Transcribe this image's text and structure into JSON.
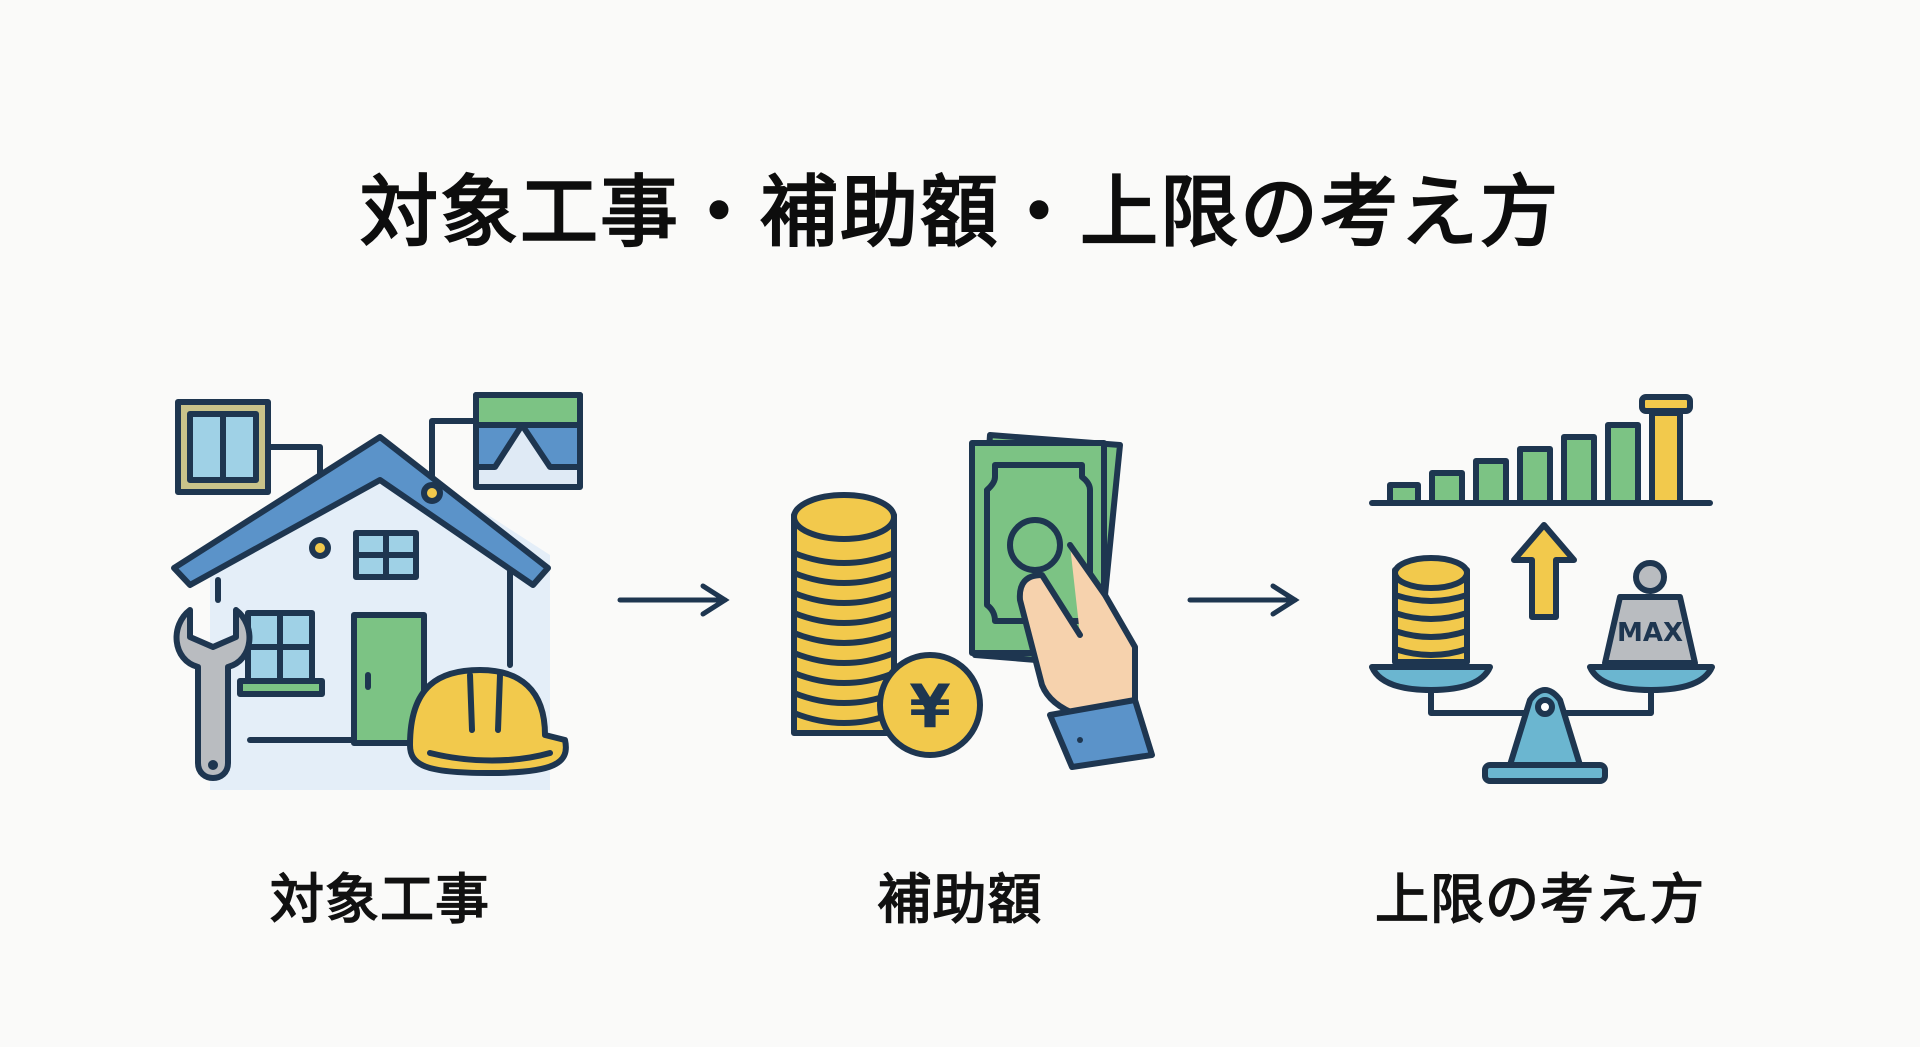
{
  "title": "対象工事・補助額・上限の考え方",
  "steps": [
    {
      "label": "対象工事",
      "icon": "house-renovation-icon"
    },
    {
      "label": "補助額",
      "icon": "money-subsidy-icon"
    },
    {
      "label": "上限の考え方",
      "icon": "balance-max-limit-icon"
    }
  ],
  "max_weight_text": "MAX",
  "yen_symbol": "¥",
  "colors": {
    "outline": "#1e3650",
    "blue": "#5b93c9",
    "light_blue": "#dfeaf5",
    "green": "#7cc384",
    "yellow": "#f2c94c",
    "gray": "#b9bcc0",
    "teal": "#6bb6d0",
    "skin": "#f6d2ad"
  }
}
